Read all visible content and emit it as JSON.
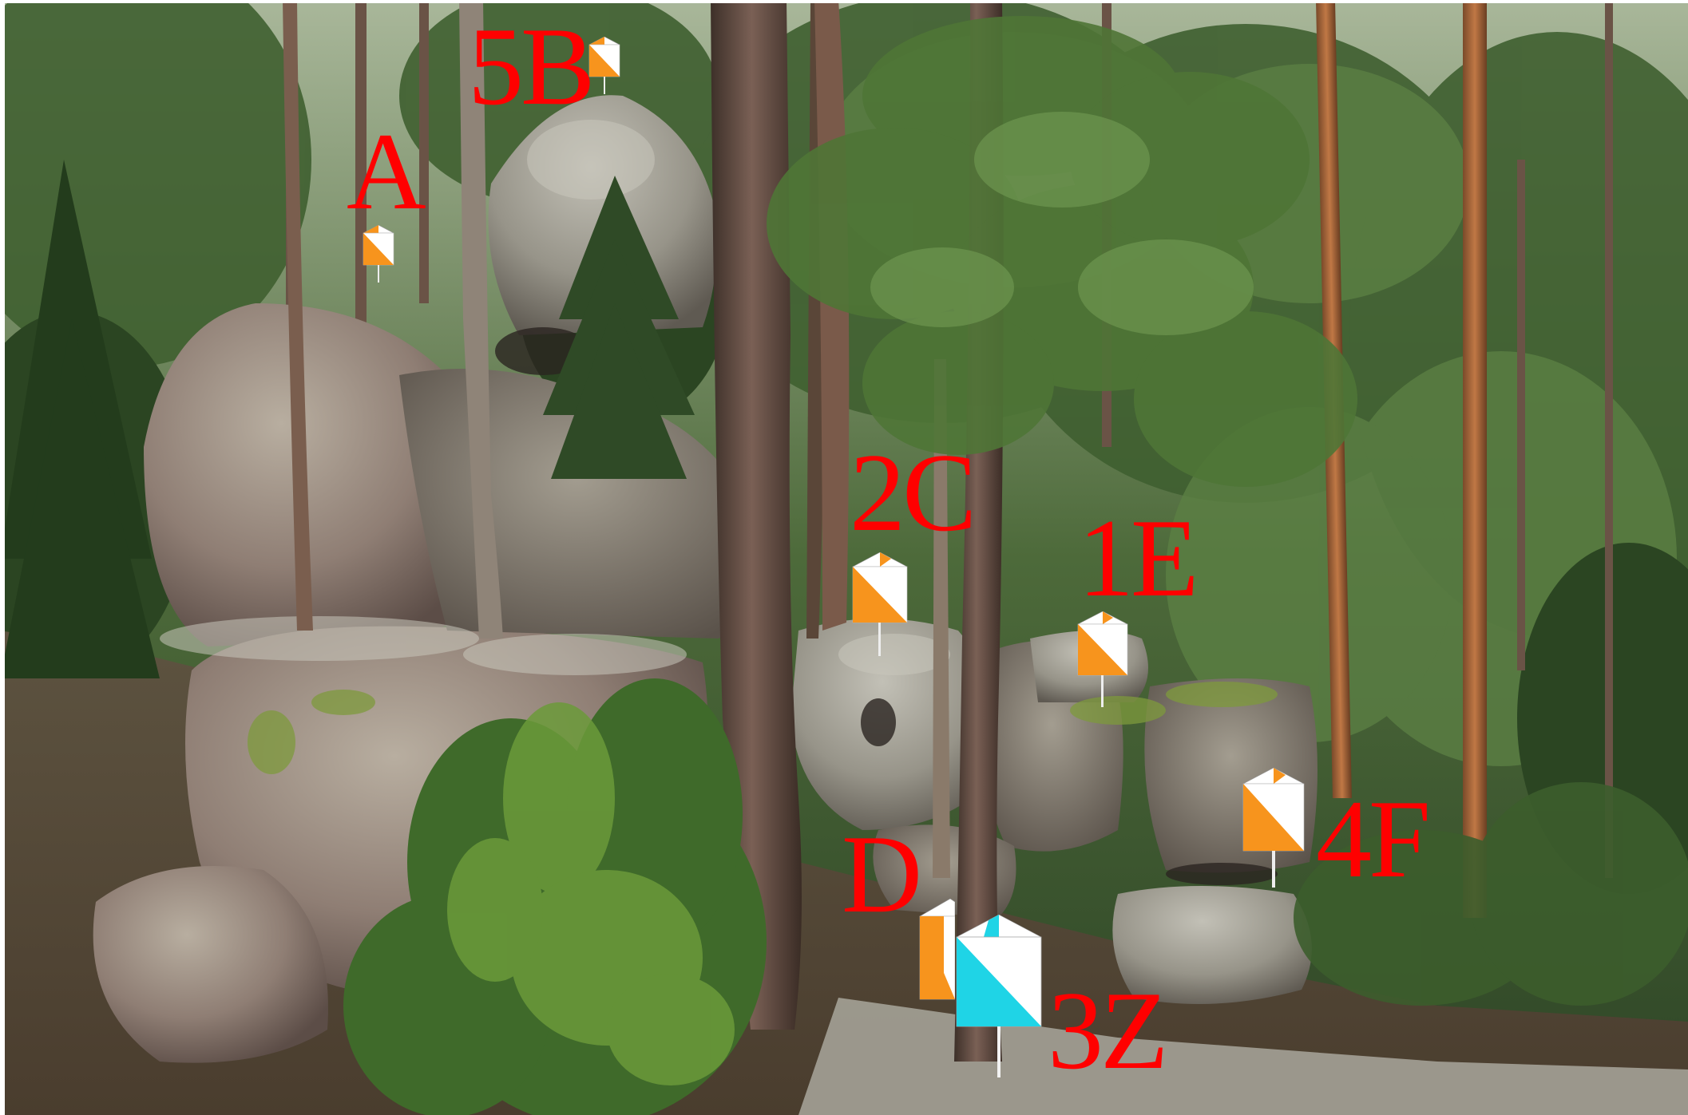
{
  "scene": {
    "description_visible": false,
    "colors": {
      "label": "#ff0000",
      "flag_orange": "#f7941d",
      "flag_cyan": "#1fd4e6",
      "flag_white": "#ffffff"
    }
  },
  "markers": [
    {
      "label": "5B",
      "flag": "orange"
    },
    {
      "label": "A",
      "flag": "orange"
    },
    {
      "label": "2C",
      "flag": "orange"
    },
    {
      "label": "1E",
      "flag": "orange"
    },
    {
      "label": "4F",
      "flag": "orange"
    },
    {
      "label": "D",
      "flag": "orange"
    },
    {
      "label": "3Z",
      "flag": "cyan"
    }
  ]
}
